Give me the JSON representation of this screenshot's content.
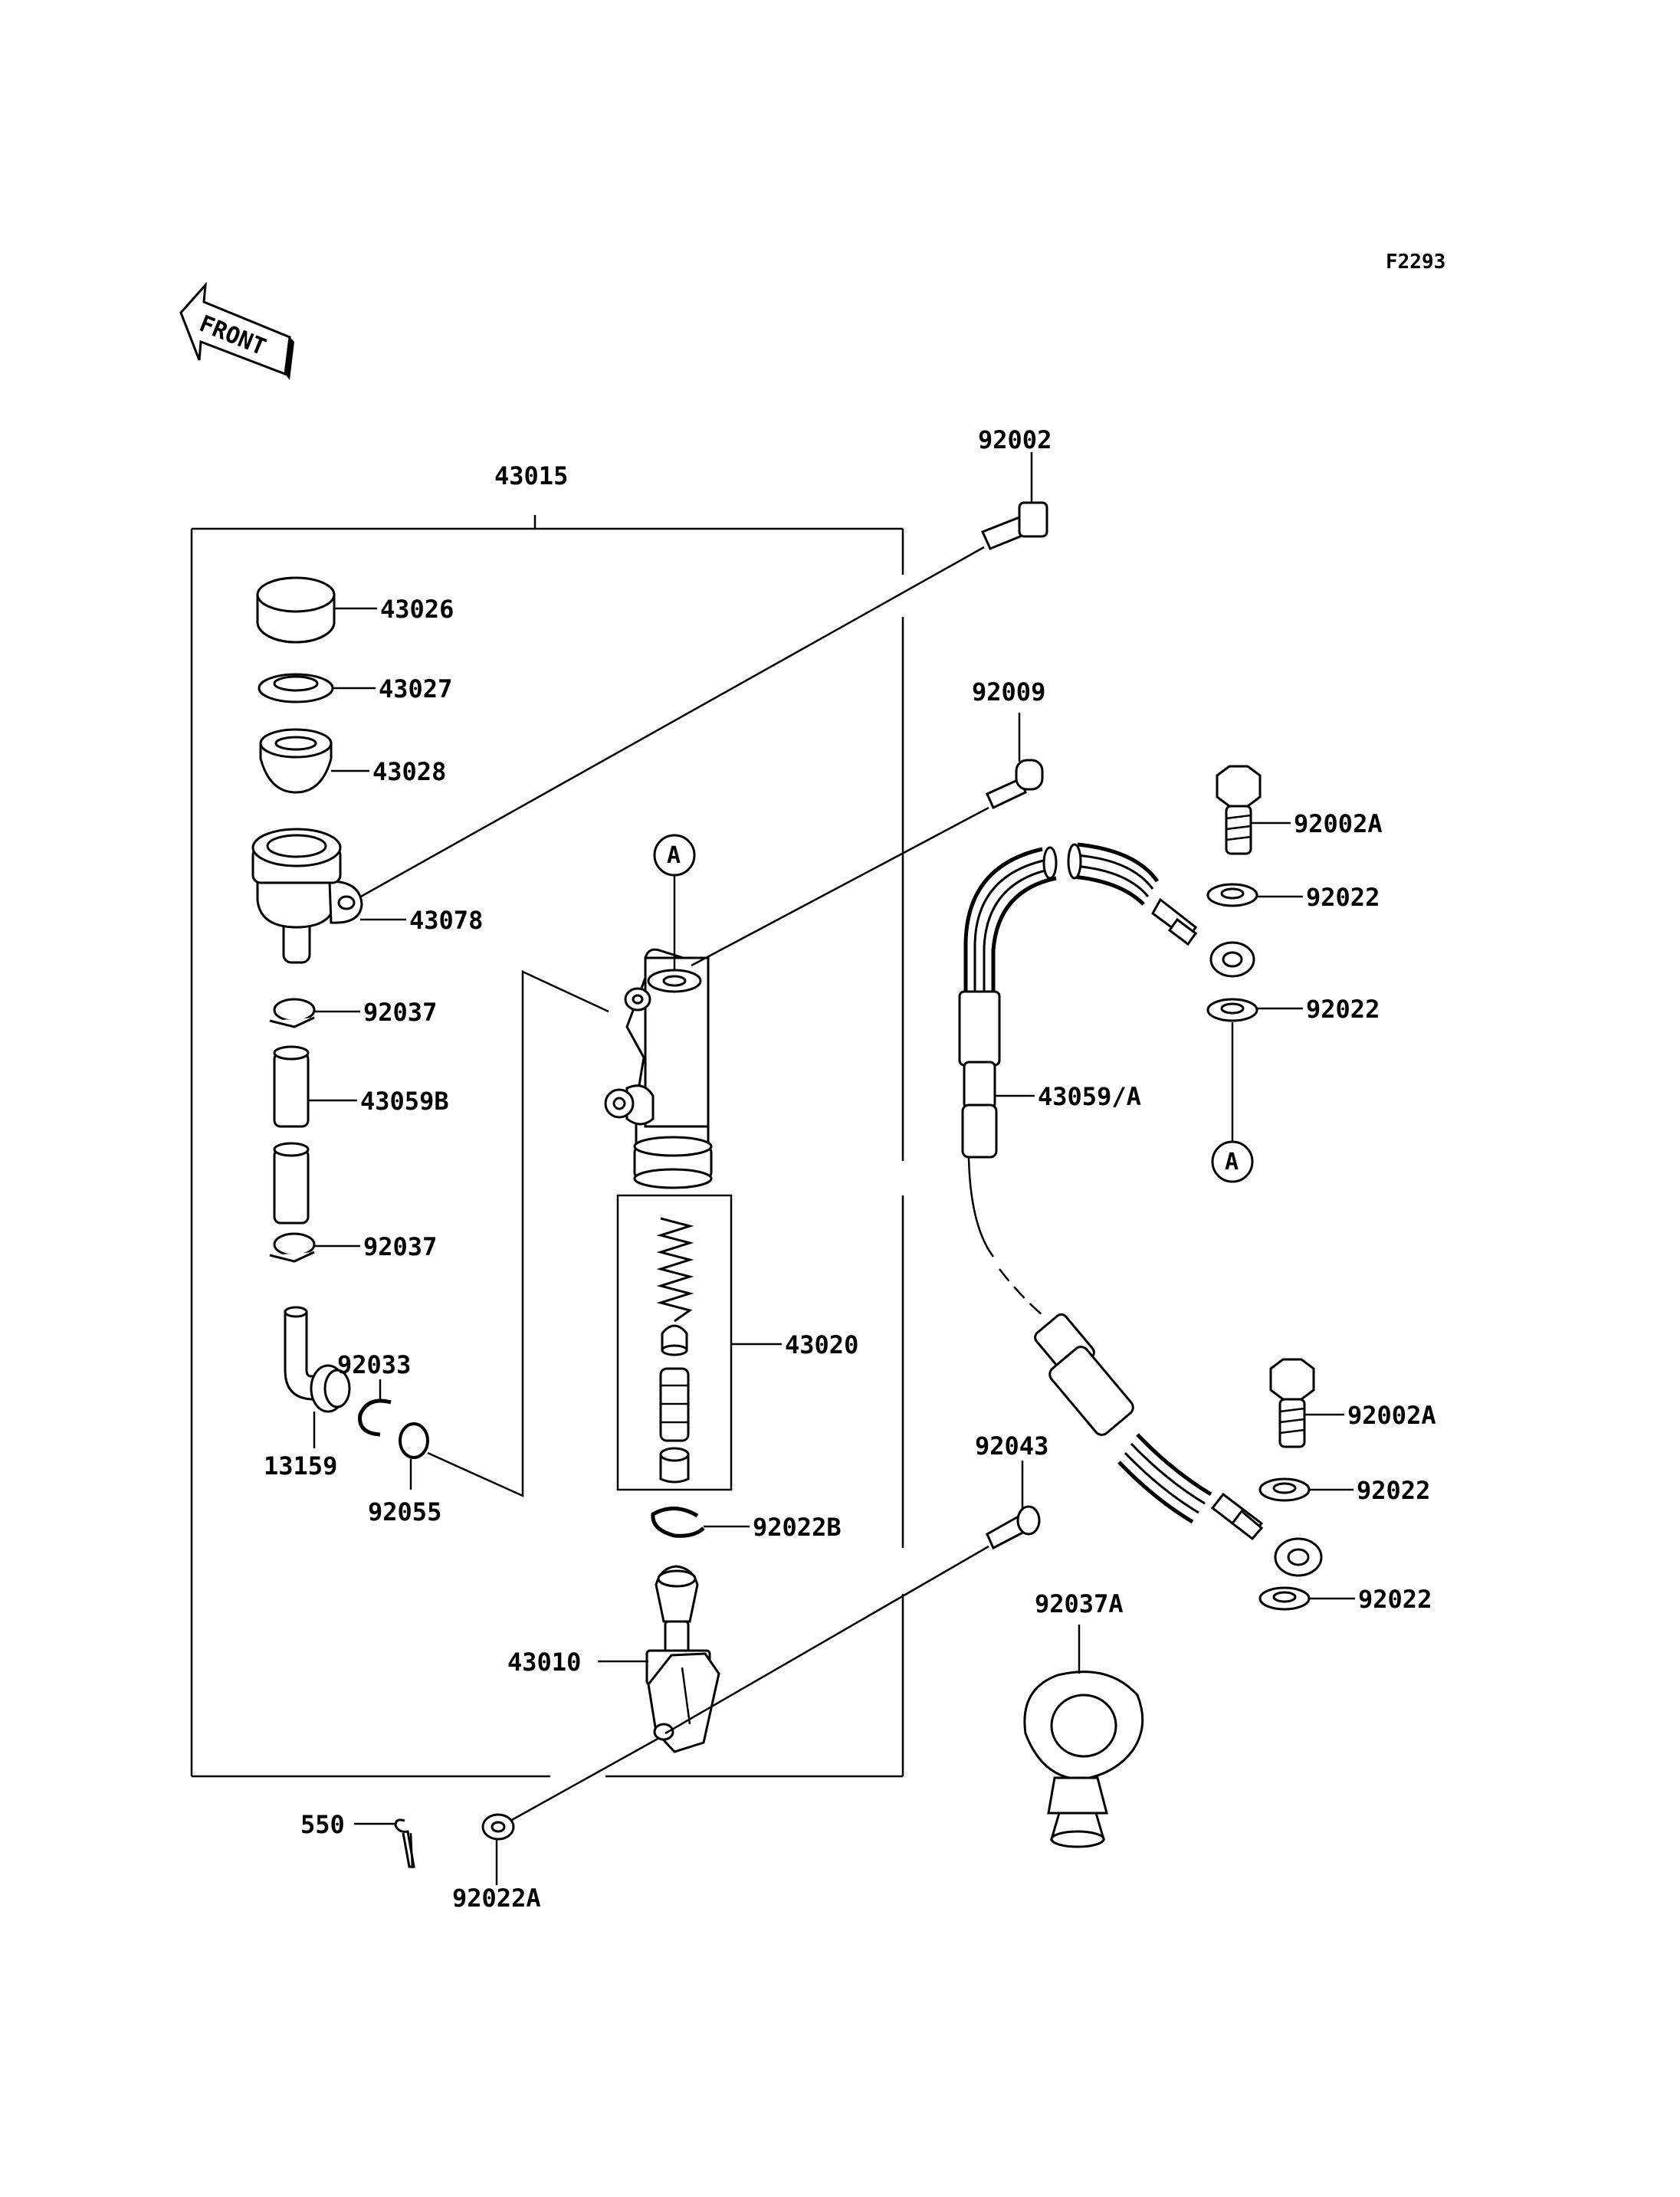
{
  "figure": {
    "ref_code": "F2293",
    "front_label": "FRONT",
    "circle_marker": "A"
  },
  "labels": {
    "p43015": "43015",
    "p92002": "92002",
    "p43026": "43026",
    "p43027": "43027",
    "p43028": "43028",
    "p43078": "43078",
    "p92037_upper": "92037",
    "p43059B": "43059B",
    "p92037_lower": "92037",
    "p92033": "92033",
    "p13159": "13159",
    "p92055": "92055",
    "p92009": "92009",
    "p43020": "43020",
    "p92022B": "92022B",
    "p43010": "43010",
    "p550": "550",
    "p92022A": "92022A",
    "p92002A_upper": "92002A",
    "p92022_1": "92022",
    "p92022_2": "92022",
    "p43059A": "43059/A",
    "p92002A_lower": "92002A",
    "p92022_3": "92022",
    "p92022_4": "92022",
    "p92043": "92043",
    "p92037A": "92037A"
  }
}
